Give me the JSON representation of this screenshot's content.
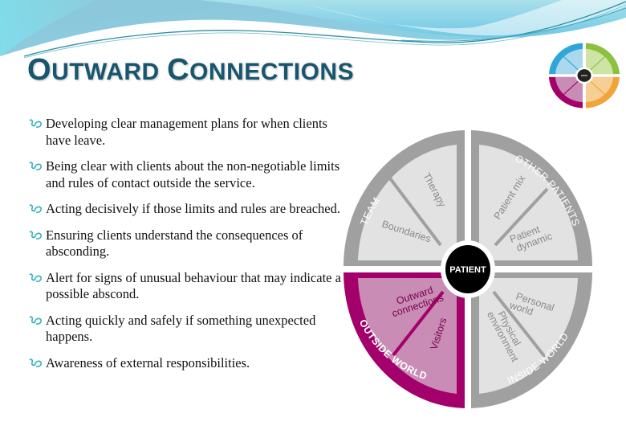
{
  "slide": {
    "title": {
      "word1_initial": "O",
      "word1_rest": "UTWARD",
      "word2_initial": "C",
      "word2_rest": "ONNECTIONS",
      "color": "#17566e"
    },
    "bullet_icon": "curl-bullet-icon",
    "bullet_icon_color": "#36b4bd",
    "bullets": [
      {
        "text": "Developing clear management plans for when clients have leave."
      },
      {
        "text": "Being clear with clients about the non-negotiable limits and rules of contact outside the service."
      },
      {
        "text": "Acting decisively if those limits and rules are breached."
      },
      {
        "text": "Ensuring clients understand the consequences of absconding."
      },
      {
        "text": "Alert for signs of unusual behaviour that may indicate a possible abscond."
      },
      {
        "text": "Acting quickly and safely if something unexpected happens."
      },
      {
        "text": "Awareness of external responsibilities."
      }
    ]
  },
  "wheel": {
    "center_label": "PATIENT",
    "quadrants": [
      {
        "name": "TEAM",
        "position": "top-left",
        "highlighted": false,
        "segments": [
          "Therapy",
          "Boundaries"
        ]
      },
      {
        "name": "OTHER PATIENTS",
        "position": "top-right",
        "highlighted": false,
        "segments": [
          "Patient mix",
          "Patient dynamic"
        ]
      },
      {
        "name": "OUTSIDE WORLD",
        "position": "bottom-left",
        "highlighted": true,
        "segments": [
          "Outward connections",
          "Visitors"
        ]
      },
      {
        "name": "INSIDE WORLD",
        "position": "bottom-right",
        "highlighted": false,
        "segments": [
          "Personal world",
          "Physical environment"
        ]
      }
    ],
    "colors": {
      "ring_grey": "#a0a0a0",
      "fill_grey": "#e2e2e2",
      "text_grey": "#8a8a8a",
      "ring_highlight": "#a3006b",
      "fill_highlight": "#c98cb4",
      "center": "#000000"
    }
  },
  "mini_wheel": {
    "colors": {
      "top_left": "#2ea7d8",
      "top_right": "#8cc03f",
      "bottom_left": "#a3006b",
      "bottom_right": "#f0a43a"
    }
  }
}
